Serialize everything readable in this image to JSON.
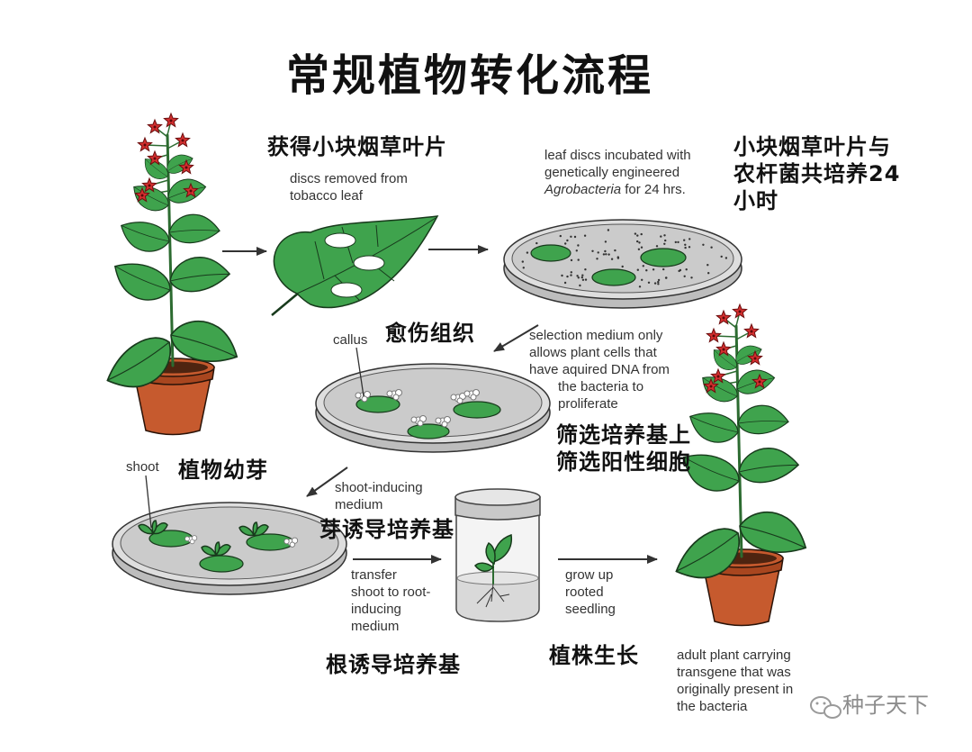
{
  "title": "常规植物转化流程",
  "steps": {
    "leaf_discs": {
      "label_zh": "获得小块烟草叶片",
      "desc": [
        "discs removed from",
        "tobacco leaf"
      ]
    },
    "cocultivation": {
      "label_zh": [
        "小块烟草叶片与",
        "农杆菌共培养24",
        "小时"
      ],
      "desc": [
        "leaf discs incubated with",
        "genetically engineered"
      ],
      "desc_line3_italic": "Agrobacteria",
      "desc_line3_rest": " for 24 hrs."
    },
    "selection": {
      "callus_label": "callus",
      "callus_zh": "愈伤组织",
      "desc": [
        "selection medium only",
        "allows plant cells that",
        "have aquired DNA from",
        "the bacteria to",
        "proliferate"
      ],
      "label_zh": [
        "筛选培养基上",
        "筛选阳性细胞"
      ]
    },
    "shoot_induction": {
      "shoot_label": "shoot",
      "shoot_zh": "植物幼芽",
      "desc": [
        "shoot-inducing",
        "medium"
      ],
      "medium_zh": "芽诱导培养基"
    },
    "root_induction": {
      "desc": [
        "transfer",
        "shoot to root-",
        "inducing",
        "medium"
      ],
      "medium_zh": "根诱导培养基"
    },
    "growth": {
      "desc": [
        "grow up",
        "rooted",
        "seedling"
      ],
      "label_zh": "植株生长"
    },
    "adult_plant": {
      "desc": [
        "adult plant carrying",
        "transgene that was",
        "originally present in",
        "the bacteria"
      ]
    }
  },
  "watermark": {
    "text": "种子天下",
    "icon": "wechat-icon"
  },
  "colors": {
    "leaf": "#3fa34d",
    "outline": "#183a1c",
    "flower": "#d32f2f",
    "pot": "#c65a2e",
    "dish": "#dedede",
    "agar": "#cbcbcb",
    "text": "#333333"
  }
}
